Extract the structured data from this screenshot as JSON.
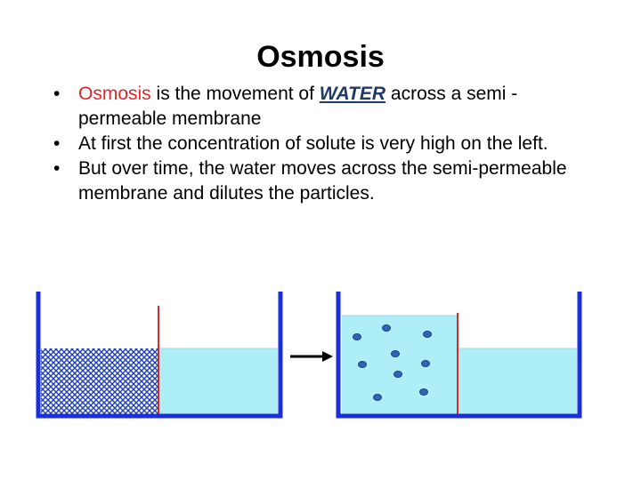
{
  "title": "Osmosis",
  "bullets": [
    {
      "term": "Osmosis",
      "text_before": " is the movement of ",
      "emphasis": "WATER",
      "text_after": " across a semi -permeable membrane"
    },
    {
      "text": "At first the concentration of solute is very high on the left."
    },
    {
      "text": "But over time, the water moves across the semi-permeable membrane and dilutes the particles."
    }
  ],
  "colors": {
    "term": "#e0262b",
    "emphasis": "#1f3a63",
    "container": "#1a2fd8",
    "water": "#aeeef6",
    "membrane": "#d42b2b",
    "solute_pattern": "#1f3fb0",
    "particle": "#2f64b9",
    "arrow": "#000000"
  },
  "icons": {
    "arrow": "right-arrow"
  }
}
